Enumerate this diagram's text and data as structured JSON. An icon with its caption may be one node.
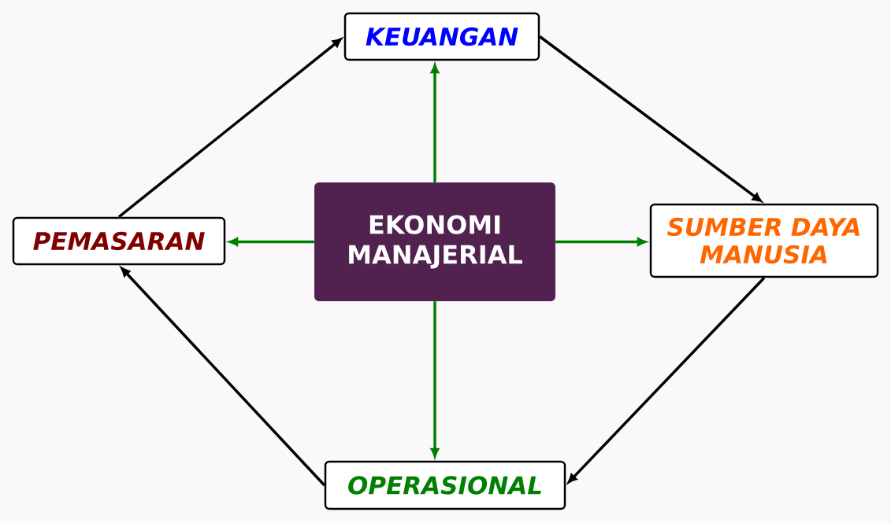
{
  "diagram": {
    "nodes": [
      {
        "text": [
          "KEUANGAN"
        ]
      },
      {
        "text": [
          "PEMASARAN"
        ]
      },
      {
        "text": [
          "EKONOMI MANAJERIAL"
        ]
      },
      {
        "text": [
          "SUMBER DAYA MANUSIA"
        ]
      },
      {
        "text": [
          "OPERASIONAL"
        ]
      }
    ],
    "edges": [
      {
        "from": 1,
        "to": 0,
        "arrow": "to",
        "color": "#000000"
      },
      {
        "from": 0,
        "to": 3,
        "arrow": "to",
        "color": "#000000"
      },
      {
        "from": 3,
        "to": 4,
        "arrow": "to",
        "color": "#000000"
      },
      {
        "from": 4,
        "to": 1,
        "arrow": "to",
        "color": "#000000"
      },
      {
        "from": 2,
        "to": 0,
        "arrow": "to",
        "color": "#008000"
      },
      {
        "from": 2,
        "to": 1,
        "arrow": "to",
        "color": "#008000"
      },
      {
        "from": 2,
        "to": 3,
        "arrow": "to",
        "color": "#008000"
      },
      {
        "from": 2,
        "to": 4,
        "arrow": "to",
        "color": "#008000"
      }
    ]
  }
}
